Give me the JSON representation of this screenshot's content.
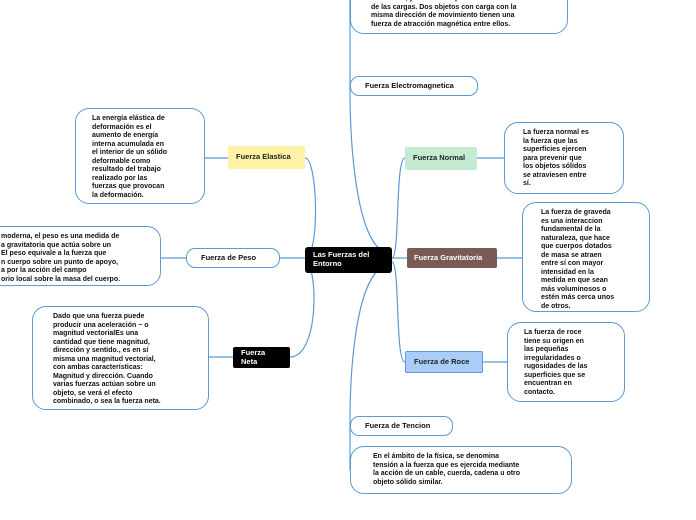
{
  "central": {
    "title": "Las Fuerzas del Entorno"
  },
  "branches": {
    "electromagnetica": {
      "label": "Fuerza Electromagnetica",
      "desc": "naturaleza, y es causada por el movimiento\nde las cargas. Dos objetos con carga con la\nmisma dirección de movimiento tienen una\nfuerza de atracción magnética entre ellos."
    },
    "elastica": {
      "label": "Fuerza Elastica",
      "color": "#fdf2a6",
      "desc": "La energía elástica de\ndeformación es el\naumento de energía\ninterna acumulada en\nel interior de un sólido\ndeformable como\nresultado del trabajo\nrealizado por las\nfuerzas que provocan\nla deformación."
    },
    "normal": {
      "label": "Fuerza Normal",
      "color": "#c4ead2",
      "desc": "La fuerza normal es\nla fuerza que las\nsuperficies ejercen\npara prevenir que\nlos objetos sólidos\nse atraviesen entre\nsí."
    },
    "peso": {
      "label": "Fuerza de Peso",
      "desc": "moderna, el peso es una medida de\na gravitatoria que actúa sobre un\nEl peso equivale a la fuerza que\nn cuerpo sobre un punto de apoyo,\na por la acción del campo\norio local sobre la masa del cuerpo."
    },
    "gravitatoria": {
      "label": "Fuerza Gravitatoria",
      "color": "#7a5a55",
      "desc": "La fuerza de graveda\nes una interaccion\nfundamental de la\nnaturaleza, que hace\nque cuerpos dotados\nde masa se atraen\nentre sí con mayor\nintensidad en la\nmedida en que sean\nmás voluminosos o\nestén más cerca unos\nde otros."
    },
    "neta": {
      "label": "Fuerza Neta",
      "color": "#000000",
      "desc": "Dado que una fuerza puede\nproducir una aceleración − o\nmagnitud vectorialEs una\ncantidad que tiene magnitud,\ndirección y sentido., es en sí\nmisma una magnitud vectorial,\ncon ambas características:\nMagnitud y dirección. Cuando\nvarias fuerzas actúan sobre un\nobjeto, se verá el efecto\ncombinado, o sea la fuerza neta."
    },
    "roce": {
      "label": "Fuerza de Roce",
      "color": "#a9cdf7",
      "desc": "La fuerza de roce\ntiene su origen en\nlas pequeñas\nirregularidades o\nrugosidades de las\nsuperficies que se\nencuentran en\ncontacto."
    },
    "tencion": {
      "label": "Fuerza de Tencion",
      "desc": "En el ámbito de la física, se denomina\ntensión a la fuerza que es ejercida mediante\nla acción de un cable, cuerda, cadena u otro\nobjeto sólido similar."
    }
  },
  "colors": {
    "link": "#5b9bd5"
  }
}
